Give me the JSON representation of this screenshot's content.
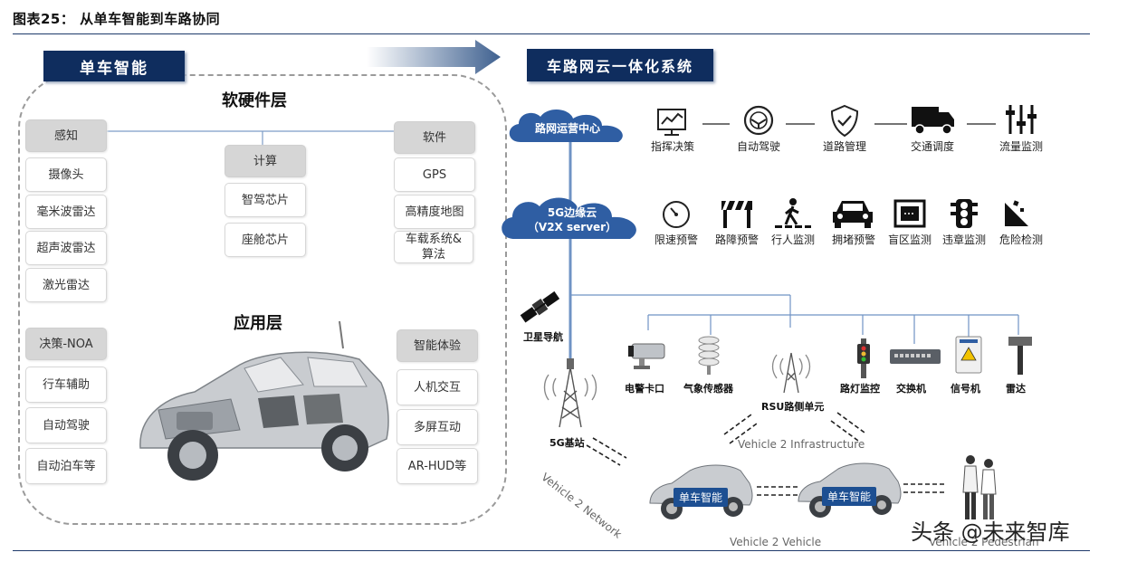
{
  "figure": {
    "title": "图表25：  从单车智能到车路协同"
  },
  "left": {
    "tag": "单车智能",
    "hardware_layer": "软硬件层",
    "app_layer": "应用层",
    "perception": {
      "head": "感知",
      "items": [
        "摄像头",
        "毫米波雷达",
        "超声波雷达",
        "激光雷达"
      ]
    },
    "compute": {
      "head": "计算",
      "items": [
        "智驾芯片",
        "座舱芯片"
      ]
    },
    "software": {
      "head": "软件",
      "items": [
        "GPS",
        "高精度地图",
        "车载系统&算法"
      ]
    },
    "decision": {
      "head": "决策-NOA",
      "items": [
        "行车辅助",
        "自动驾驶",
        "自动泊车等"
      ]
    },
    "experience": {
      "head": "智能体验",
      "items": [
        "人机交互",
        "多屏互动",
        "AR-HUD等"
      ]
    }
  },
  "right": {
    "tag": "车路网云一体化系统",
    "center_cloud": "路网运营中心",
    "edge_cloud_line1": "5G边缘云",
    "edge_cloud_line2": "（V2X server）",
    "row1": [
      {
        "icon": "monitor-chart-icon",
        "label": "指挥决策"
      },
      {
        "icon": "steering-wheel-icon",
        "label": "自动驾驶"
      },
      {
        "icon": "shield-check-icon",
        "label": "道路管理"
      },
      {
        "icon": "truck-icon",
        "label": "交通调度"
      },
      {
        "icon": "sliders-icon",
        "label": "流量监测"
      }
    ],
    "row2": [
      {
        "icon": "speedometer-icon",
        "label": "限速预警"
      },
      {
        "icon": "road-barrier-icon",
        "label": "路障预警"
      },
      {
        "icon": "pedestrian-icon",
        "label": "行人监测"
      },
      {
        "icon": "car-front-icon",
        "label": "拥堵预警"
      },
      {
        "icon": "blind-zone-icon",
        "label": "盲区监测"
      },
      {
        "icon": "traffic-light-icon",
        "label": "违章监测"
      },
      {
        "icon": "rockfall-icon",
        "label": "危险检测"
      }
    ],
    "satellite": "卫星导航",
    "base_station": "5G基站",
    "devices": [
      "电警卡口",
      "气象传感器",
      "RSU路侧单元",
      "路灯监控",
      "交换机",
      "信号机",
      "雷达"
    ],
    "car_tag": "单车智能",
    "v2n": "Vehicle 2 Network",
    "v2i": "Vehicle 2 Infrastructure",
    "v2v": "Vehicle 2 Vehicle",
    "v2p": "Vehicle 2 Pedestrian"
  },
  "watermark": "头条 @未来智库",
  "colors": {
    "navy": "#0f2d5e",
    "cloud": "#2f5ea3",
    "link": "#6f93c4",
    "car_tag": "#1d4f92"
  }
}
